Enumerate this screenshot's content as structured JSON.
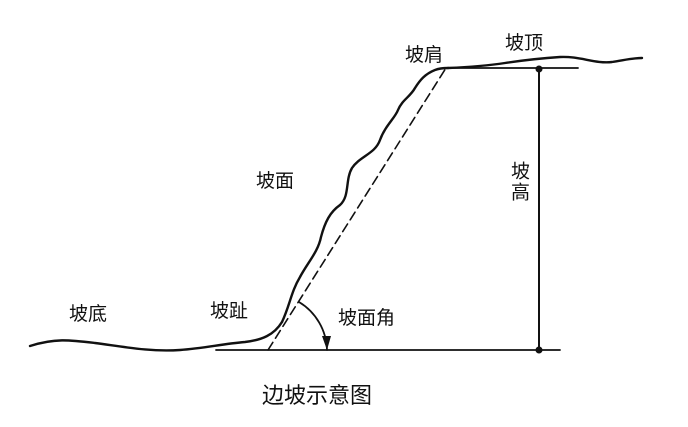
{
  "labels": {
    "slope_crest": "坡肩",
    "slope_top": "坡顶",
    "slope_face": "坡面",
    "slope_height": "坡高",
    "slope_bottom": "坡底",
    "slope_toe": "坡趾",
    "slope_angle": "坡面角"
  },
  "caption": "边坡示意图",
  "colors": {
    "ink": "#111111",
    "background": "#ffffff"
  }
}
